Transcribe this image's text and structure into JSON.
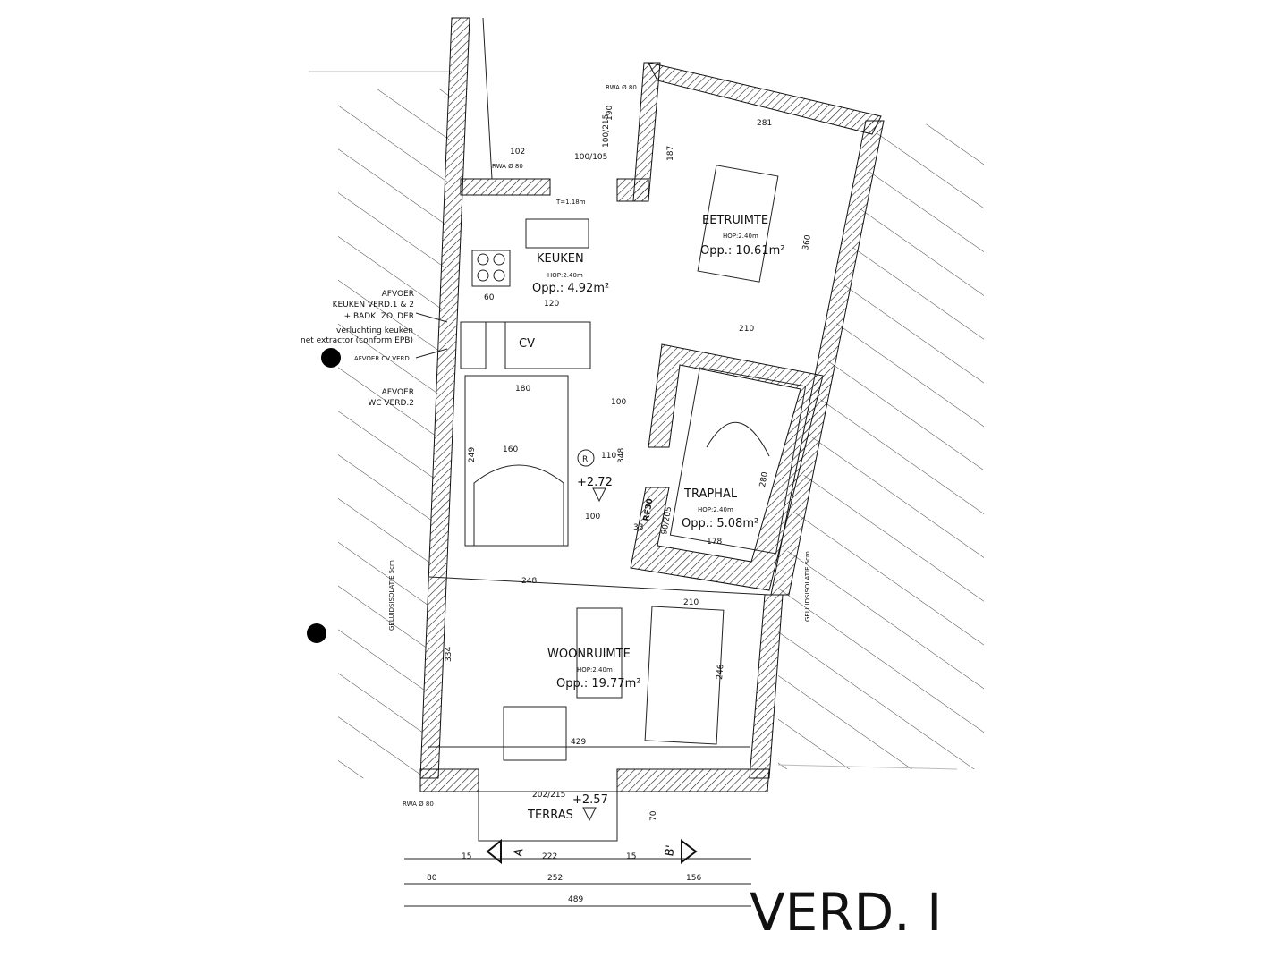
{
  "title": "VERD. I",
  "rooms": {
    "eetruimte": {
      "name": "EETRUIMTE",
      "hop": "HOP:2.40m",
      "area": "Opp.: 10.61m²"
    },
    "keuken": {
      "name": "KEUKEN",
      "hop": "HOP:2.40m",
      "area": "Opp.: 4.92m²"
    },
    "traphal": {
      "name": "TRAPHAL",
      "hop": "HOP:2.40m",
      "area": "Opp.: 5.08m²"
    },
    "woonruimte": {
      "name": "WOONRUIMTE",
      "hop": "HOP:2.40m",
      "area": "Opp.: 19.77m²"
    },
    "cv": "CV",
    "terras": "TERRAS"
  },
  "notes": {
    "afvoer_keuken_1": "AFVOER",
    "afvoer_keuken_2": "KEUKEN VERD.1 & 2",
    "afvoer_keuken_3": "+ BADK. ZOLDER",
    "verluchting_1": "verluchting keuken",
    "verluchting_2": "net extractor (conform EPB)",
    "afvoer_cv": "AFVOER CV VERD.",
    "afvoer_wc_1": "AFVOER",
    "afvoer_wc_2": "WC VERD.2",
    "rwa_1": "RWA Ø 80",
    "rwa_2": "RWA Ø 80",
    "rwa_3": "RWA Ø 80",
    "geluid_left": "GELUIDSISOLATIE 5cm",
    "geluid_right": "GELUIDSISOLATIE 5cm",
    "rf30": "RF30",
    "door": "90/205",
    "level_main": "+2.72",
    "level_terras": "+2.57",
    "r_mark": "R",
    "section_a": "A",
    "section_b": "B'",
    "t_label": "T=1.18m"
  },
  "dimensions": {
    "d102": "102",
    "d190": "190",
    "d100_215": "100/215",
    "d100_105": "100/105",
    "d187": "187",
    "d281": "281",
    "d360": "360",
    "d210a": "210",
    "d60": "60",
    "d120": "120",
    "d180": "180",
    "d100a": "100",
    "d348": "348",
    "d160": "160",
    "d249": "249",
    "d110": "110",
    "d100b": "100",
    "d33": "33",
    "d178": "178",
    "d280": "280",
    "d248": "248",
    "d210b": "210",
    "d334": "334",
    "d246": "246",
    "d429": "429",
    "d202_215": "202/215",
    "d70": "70",
    "d15a": "15",
    "d222": "222",
    "d15b": "15",
    "d80": "80",
    "d252": "252",
    "d156": "156",
    "d489": "489"
  }
}
